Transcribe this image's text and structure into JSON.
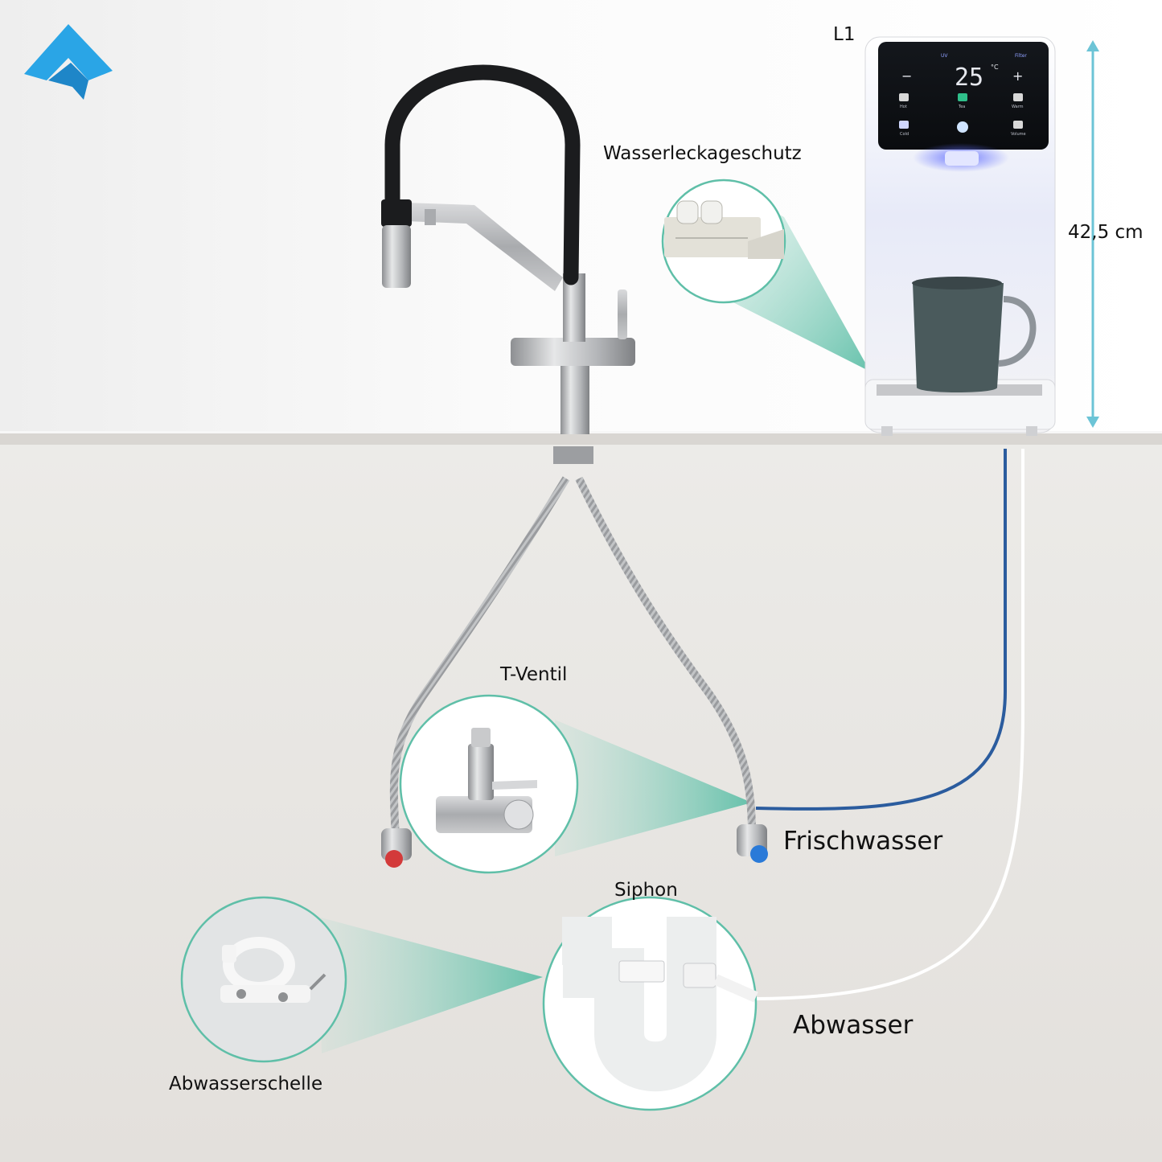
{
  "labels": {
    "model": "L1",
    "height": "42,5 cm",
    "leak_protection": "Wasserleckageschutz",
    "t_valve": "T-Ventil",
    "fresh_water": "Frischwasser",
    "siphon": "Siphon",
    "waste_water": "Abwasser",
    "waste_clamp": "Abwasserschelle"
  },
  "display": {
    "temperature": "25",
    "unit": "°C",
    "minus": "−",
    "plus": "+",
    "uv": "UV",
    "filter": "Filter",
    "hot": "Hot",
    "tea": "Tea",
    "warm": "Warm",
    "cold": "Cold",
    "volume": "Volume"
  },
  "colors": {
    "accent_teal": "#8fd3c0",
    "logo_blue": "#2aa5e6",
    "fresh_line": "#2b5c9e",
    "dimension_arrow": "#6cc4d6"
  }
}
